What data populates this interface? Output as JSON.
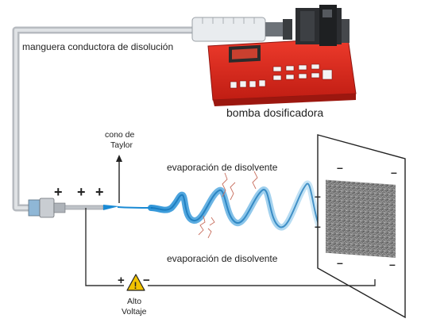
{
  "labels": {
    "tube": "manguera conductora de disolución",
    "pump": "bomba dosificadora",
    "taylor_line1": "cono de",
    "taylor_line2": "Taylor",
    "evap_top": "evaporación de disolvente",
    "evap_bottom": "evaporación de disolvente",
    "voltage_line1": "Alto",
    "voltage_line2": "Voltaje"
  },
  "signs": {
    "plus": "+",
    "minus": "−",
    "collector_minus": "–",
    "warning": "!"
  },
  "colors": {
    "tube": "#c4c8cc",
    "pump_body": "#e0281e",
    "pump_dark": "#b01a12",
    "jet_blue": "#1a8ad4",
    "warning": "#f2c200",
    "wire": "#333333",
    "collector_fiber": "#6a6a6a"
  }
}
